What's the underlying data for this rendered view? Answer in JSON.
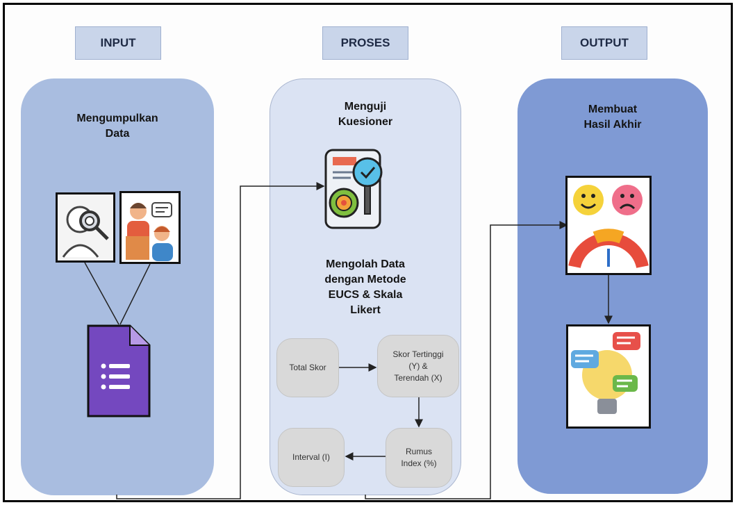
{
  "headers": {
    "input": "INPUT",
    "proses": "PROSES",
    "output": "OUTPUT"
  },
  "input": {
    "title_1": "Mengumpulkan",
    "title_2": "Data"
  },
  "proses": {
    "title_1": "Menguji",
    "title_2": "Kuesioner",
    "subtitle_1": "Mengolah Data",
    "subtitle_2": "dengan Metode",
    "subtitle_3": "EUCS & Skala",
    "subtitle_4": "Likert",
    "nodes": {
      "total": "Total Skor",
      "skor_1": "Skor Tertinggi",
      "skor_2": "(Y) &",
      "skor_3": "Terendah (X)",
      "rumus_1": "Rumus",
      "rumus_2": "Index (%)",
      "interval": "Interval (I)"
    }
  },
  "output": {
    "title_1": "Membuat",
    "title_2": "Hasil Akhir"
  },
  "icons": [
    "search-person-icon",
    "interview-icon",
    "google-form-icon",
    "analysis-gear-icon",
    "emoji-gauge-icon",
    "lightbulb-chat-icon"
  ]
}
